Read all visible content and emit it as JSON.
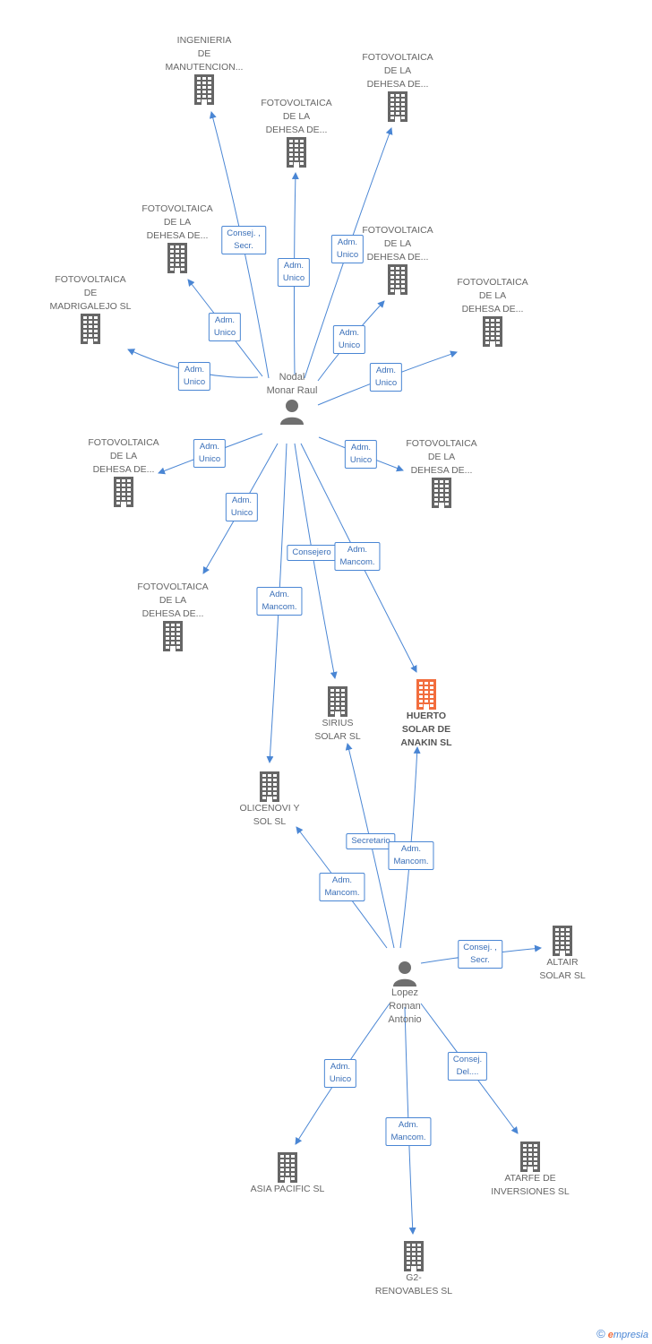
{
  "colors": {
    "edge": "#4a86d4",
    "company": "#666666",
    "focus": "#f26d3d",
    "person": "#6f6f6f"
  },
  "persons": [
    {
      "id": "nodal",
      "label": "Nodal\nMonar Raul"
    },
    {
      "id": "lopez",
      "label": "Lopez\nRoman\nAntonio"
    }
  ],
  "companies": [
    {
      "id": "ingenieria",
      "label": "INGENIERIA\nDE\nMANUTENCION...",
      "focus": false
    },
    {
      "id": "foto1",
      "label": "FOTOVOLTAICA\nDE LA\nDEHESA DE...",
      "focus": false
    },
    {
      "id": "foto2",
      "label": "FOTOVOLTAICA\nDE LA\nDEHESA DE...",
      "focus": false
    },
    {
      "id": "foto3",
      "label": "FOTOVOLTAICA\nDE LA\nDEHESA DE...",
      "focus": false
    },
    {
      "id": "foto4",
      "label": "FOTOVOLTAICA\nDE LA\nDEHESA DE...",
      "focus": false
    },
    {
      "id": "madrigalejo",
      "label": "FOTOVOLTAICA\nDE\nMADRIGALEJO SL",
      "focus": false
    },
    {
      "id": "foto5",
      "label": "FOTOVOLTAICA\nDE LA\nDEHESA DE...",
      "focus": false
    },
    {
      "id": "foto6",
      "label": "FOTOVOLTAICA\nDE LA\nDEHESA DE...",
      "focus": false
    },
    {
      "id": "foto7",
      "label": "FOTOVOLTAICA\nDE LA\nDEHESA DE...",
      "focus": false
    },
    {
      "id": "foto8",
      "label": "FOTOVOLTAICA\nDE LA\nDEHESA DE...",
      "focus": false
    },
    {
      "id": "sirius",
      "label": "SIRIUS\nSOLAR SL",
      "focus": false
    },
    {
      "id": "huerto",
      "label": "HUERTO\nSOLAR DE\nANAKIN SL",
      "focus": true
    },
    {
      "id": "olicenovi",
      "label": "OLICENOVI Y\nSOL SL",
      "focus": false
    },
    {
      "id": "altair",
      "label": "ALTAIR\nSOLAR SL",
      "focus": false
    },
    {
      "id": "asia",
      "label": "ASIA PACIFIC SL",
      "focus": false
    },
    {
      "id": "atarfe",
      "label": "ATARFE DE\nINVERSIONES SL",
      "focus": false
    },
    {
      "id": "g2",
      "label": "G2-\nRENOVABLES SL",
      "focus": false
    }
  ],
  "edges": [
    {
      "from": "nodal",
      "to": "ingenieria",
      "label": "Consej. ,\nSecr."
    },
    {
      "from": "nodal",
      "to": "foto1",
      "label": "Adm.\nUnico"
    },
    {
      "from": "nodal",
      "to": "foto2",
      "label": "Adm.\nUnico"
    },
    {
      "from": "nodal",
      "to": "foto3",
      "label": "Adm.\nUnico"
    },
    {
      "from": "nodal",
      "to": "foto4",
      "label": "Adm.\nUnico"
    },
    {
      "from": "nodal",
      "to": "madrigalejo",
      "label": "Adm.\nUnico"
    },
    {
      "from": "nodal",
      "to": "foto5",
      "label": "Adm.\nUnico"
    },
    {
      "from": "nodal",
      "to": "foto6",
      "label": "Adm.\nUnico"
    },
    {
      "from": "nodal",
      "to": "foto7",
      "label": "Adm.\nUnico"
    },
    {
      "from": "nodal",
      "to": "foto8",
      "label": "Adm.\nUnico"
    },
    {
      "from": "nodal",
      "to": "sirius",
      "label": "Consejero"
    },
    {
      "from": "nodal",
      "to": "huerto",
      "label": "Adm.\nMancom."
    },
    {
      "from": "nodal",
      "to": "olicenovi",
      "label": "Adm.\nMancom."
    },
    {
      "from": "lopez",
      "to": "sirius",
      "label": "Secretario"
    },
    {
      "from": "lopez",
      "to": "huerto",
      "label": "Adm.\nMancom."
    },
    {
      "from": "lopez",
      "to": "olicenovi",
      "label": "Adm.\nMancom."
    },
    {
      "from": "lopez",
      "to": "altair",
      "label": "Consej. ,\nSecr."
    },
    {
      "from": "lopez",
      "to": "asia",
      "label": "Adm.\nUnico"
    },
    {
      "from": "lopez",
      "to": "atarfe",
      "label": "Consej.\nDel...."
    },
    {
      "from": "lopez",
      "to": "g2",
      "label": "Adm.\nMancom."
    }
  ],
  "footer": {
    "copyright_symbol": "©",
    "brand_initial": "e",
    "brand_rest": "mpresia"
  }
}
